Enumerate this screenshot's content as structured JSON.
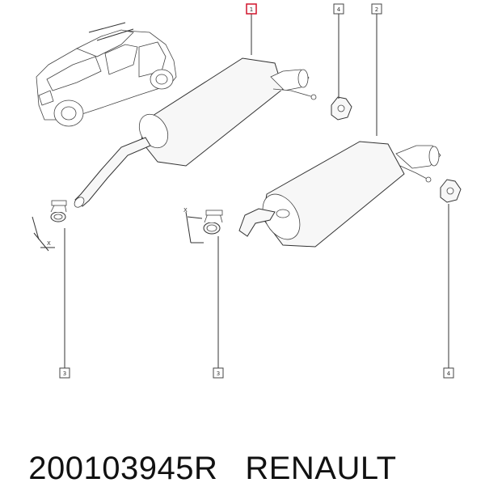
{
  "callouts": {
    "part_1": "1",
    "part_2": "2",
    "part_3_left": "3",
    "part_3_middle": "3",
    "part_4_top": "4",
    "part_4_bottom": "4"
  },
  "callout_highlight_color": "#d0142c",
  "axis_labels": {
    "x_left": "X",
    "x_middle": "X"
  },
  "footer": {
    "part_number": "200103945R",
    "brand": "RENAULT"
  }
}
